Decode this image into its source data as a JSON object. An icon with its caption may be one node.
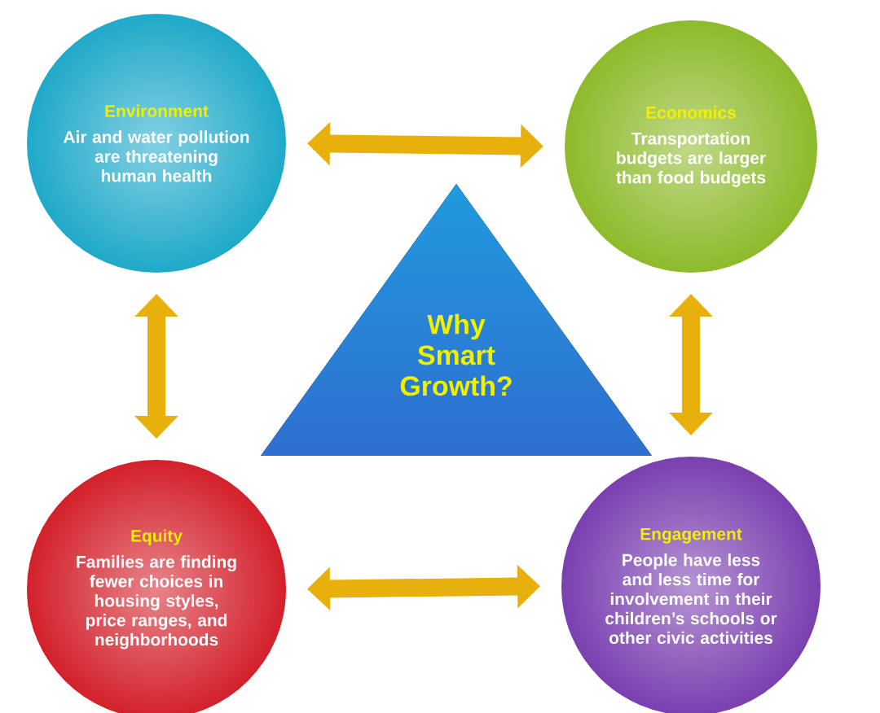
{
  "diagram": {
    "nodes": [
      {
        "text": [
          "Environment",
          "Air and water pollution are threatening human health"
        ]
      },
      {
        "text": [
          "Economics",
          "Transportation budgets are larger than food budgets"
        ]
      },
      {
        "text": [
          "Why Smart Growth?"
        ]
      },
      {
        "text": [
          "Equity",
          "Families are finding fewer choices in housing styles, price ranges, and neighborhoods"
        ]
      },
      {
        "text": [
          "Engagement",
          "People have less and less time for involvement in their children’s schools or other civic activities"
        ]
      }
    ],
    "edges": [
      {
        "from": 0,
        "to": 1,
        "arrow": "both"
      },
      {
        "from": 0,
        "to": 3,
        "arrow": "both"
      },
      {
        "from": 1,
        "to": 4,
        "arrow": "both"
      },
      {
        "from": 3,
        "to": 4,
        "arrow": "both"
      }
    ]
  }
}
